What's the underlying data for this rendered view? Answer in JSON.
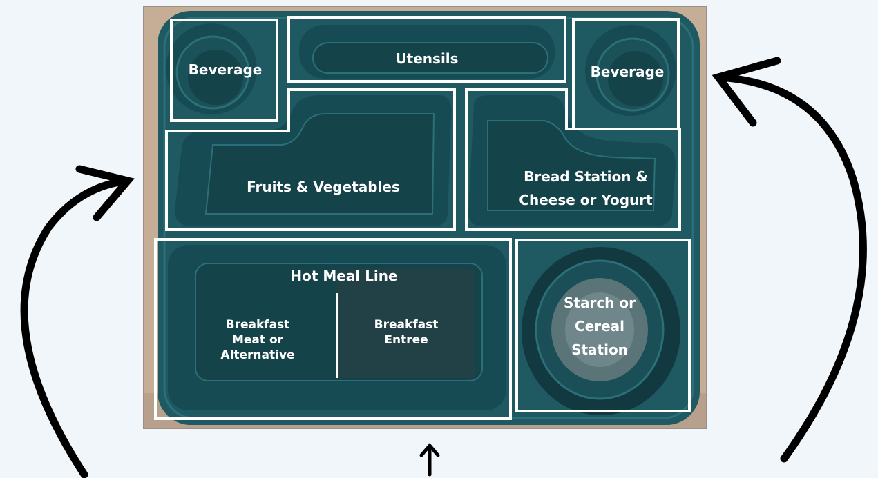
{
  "compartments": {
    "beverage_left": "Beverage",
    "utensils": "Utensils",
    "beverage_right": "Beverage",
    "fruits_vegetables": "Fruits & Vegetables",
    "bread_line1": "Bread Station &",
    "bread_line2": "Cheese or Yogurt",
    "hot_meal_line": "Hot Meal Line",
    "breakfast_meat_1": "Breakfast",
    "breakfast_meat_2": "Meat or",
    "breakfast_meat_3": "Alternative",
    "breakfast_entree_1": "Breakfast",
    "breakfast_entree_2": "Entree",
    "starch_1": "Starch or",
    "starch_2": "Cereal",
    "starch_3": "Station"
  },
  "colors": {
    "background": "#f1f6fa",
    "tray": "#1f5a63",
    "tray_dark": "#163f46",
    "counter": "#c6ae96",
    "outline": "#ffffff",
    "arrow": "#000000"
  }
}
